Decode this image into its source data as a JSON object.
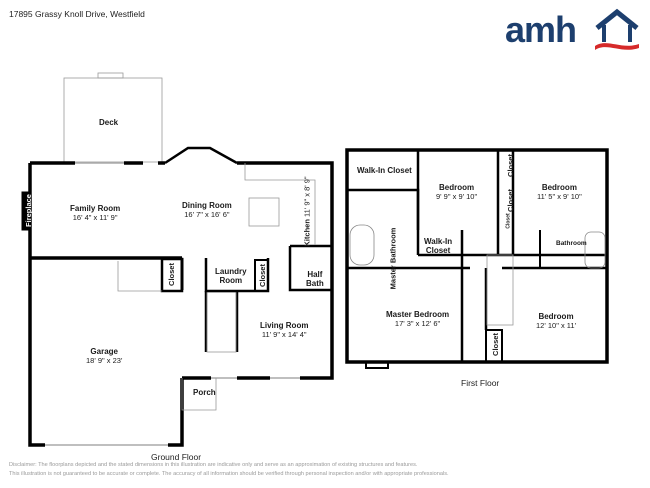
{
  "header": {
    "address": "17895 Grassy Knoll Drive, Westfield",
    "logo": {
      "text": "amh",
      "colors": {
        "navy": "#1d3f6e",
        "red": "#d62a2a"
      }
    }
  },
  "ground_floor": {
    "title": "Ground Floor",
    "rooms": {
      "deck": {
        "name": "Deck"
      },
      "fireplace": {
        "name": "Fireplace"
      },
      "family_room": {
        "name": "Family Room",
        "dims": "16' 4\" x 11' 9\""
      },
      "dining_room": {
        "name": "Dining Room",
        "dims": "16' 7\" x 16' 6\""
      },
      "kitchen": {
        "name": "Kitchen",
        "dims": "11' 9\" x 8' 9\""
      },
      "garage": {
        "name": "Garage",
        "dims": "18' 9\" x 23'"
      },
      "closet_garage": {
        "name": "Closet"
      },
      "laundry_room": {
        "name": "Laundry Room",
        "line1": "Laundry",
        "line2": "Room"
      },
      "closet_laundry": {
        "name": "Closet"
      },
      "half_bath": {
        "name": "Half Bath",
        "line1": "Half",
        "line2": "Bath"
      },
      "living_room": {
        "name": "Living Room",
        "dims": "11' 9\" x 14' 4\""
      },
      "porch": {
        "name": "Porch"
      }
    }
  },
  "first_floor": {
    "title": "First Floor",
    "rooms": {
      "walk_in_closet_1": {
        "name": "Walk-In Closet"
      },
      "master_bathroom": {
        "name": "Master Bathroom"
      },
      "bedroom_1": {
        "name": "Bedroom",
        "dims": "9' 9\" x 9' 10\""
      },
      "closet_a": {
        "name": "Closet"
      },
      "closet_b": {
        "name": "Closet"
      },
      "closet_c": {
        "name": "Closet"
      },
      "bedroom_2": {
        "name": "Bedroom",
        "dims": "11' 5\" x 9' 10\""
      },
      "walk_in_closet_2": {
        "name": "Walk-In Closet",
        "line1": "Walk-In",
        "line2": "Closet"
      },
      "bathroom": {
        "name": "Bathroom"
      },
      "master_bedroom": {
        "name": "Master Bedroom",
        "dims": "17' 3\" x 12' 6\""
      },
      "bedroom_3": {
        "name": "Bedroom",
        "dims": "12' 10\" x 11'"
      },
      "closet_d": {
        "name": "Closet"
      }
    }
  },
  "disclaimer": {
    "line1": "Disclaimer: The floorplans depicted and the stated dimensions in this illustration are indicative only and serve as an approximation of existing structures and features.",
    "line2": "This illustration is not guaranteed to be accurate or complete. The accuracy of all information should be verified through personal inspection and/or with appropriate professionals."
  }
}
